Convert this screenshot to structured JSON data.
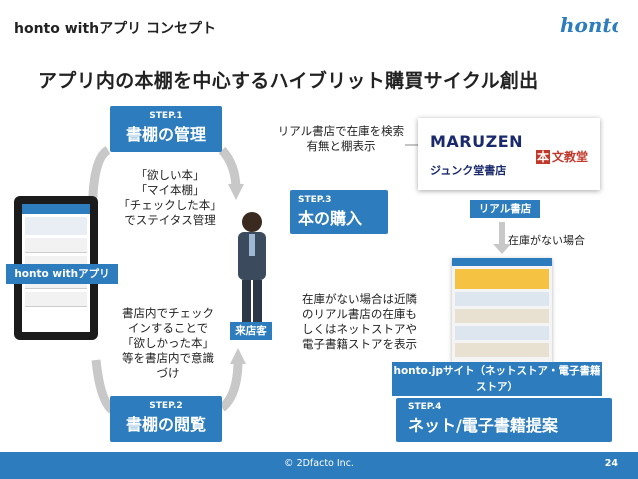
{
  "header": {
    "label": "honto withアプリ コンセプト",
    "logo_text": "honto"
  },
  "main_title": "アプリ内の本棚を中心するハイブリット購買サイクル創出",
  "steps": [
    {
      "num": "STEP.1",
      "title": "書棚の管理"
    },
    {
      "num": "STEP.2",
      "title": "書棚の閲覧"
    },
    {
      "num": "STEP.3",
      "title": "本の購入"
    },
    {
      "num": "STEP.4",
      "title": "ネット/電子書籍提案"
    }
  ],
  "notes": {
    "step1": [
      "「欲しい本」",
      "「マイ本棚」",
      "「チェックした本」",
      "でステイタス管理"
    ],
    "step2": [
      "書店内でチェック",
      "インすることで",
      "「欲しかった本」",
      "等を書店内で意識",
      "づけ"
    ],
    "search": [
      "リアル書店で在庫を検索",
      "有無と棚表示"
    ],
    "no_stock": [
      "在庫がない場合は近隣",
      "のリアル書店の在庫も",
      "しくはネットストアや",
      "電子書籍ストアを表示"
    ],
    "arrow_note": "在庫がない場合"
  },
  "tags": {
    "app": "honto withアプリ",
    "customer": "来店客",
    "real_store": "リアル書店",
    "site": [
      "honto.jpサイト（ネットストア・電子書籍",
      "ストア）"
    ]
  },
  "stores": {
    "maruzen": "MARUZEN",
    "junkudo": "ジュンク堂書店",
    "bunkyodo": "文教堂",
    "bunkyodo_mark": "本"
  },
  "footer": {
    "copyright": "© 2Dfacto Inc.",
    "page": "24"
  },
  "colors": {
    "accent": "#2d7dbe",
    "arrow": "#c8c8c8"
  }
}
